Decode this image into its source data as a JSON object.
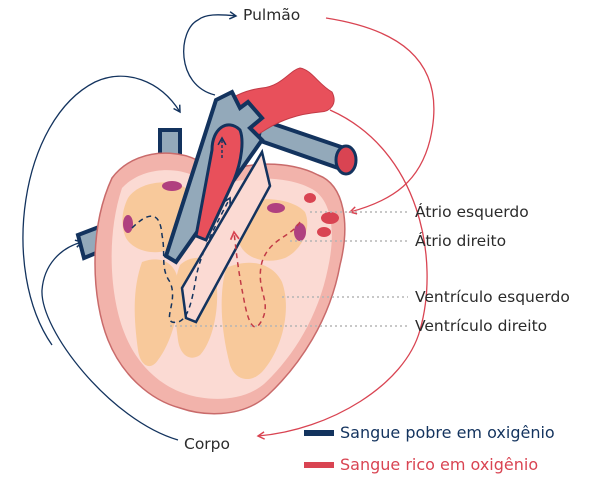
{
  "labels": {
    "lung": "Pulmão",
    "body": "Corpo",
    "left_atrium": "Átrio esquerdo",
    "right_atrium": "Átrio direito",
    "left_ventricle": "Ventrículo esquerdo",
    "right_ventricle": "Ventrículo direito"
  },
  "legend": {
    "poor": {
      "label": "Sangue pobre em oxigênio",
      "color": "#13335e"
    },
    "rich": {
      "label": "Sangue rico em oxigênio",
      "color": "#d94452"
    }
  },
  "colors": {
    "heart_wall": "#f2b3ab",
    "heart_inner": "#fbdad3",
    "chamber": "#f8c99b",
    "valve": "#b0407f",
    "aorta": "#e8505b",
    "vein": "#93a9ba",
    "dotted_line": "#b5b5b5"
  }
}
